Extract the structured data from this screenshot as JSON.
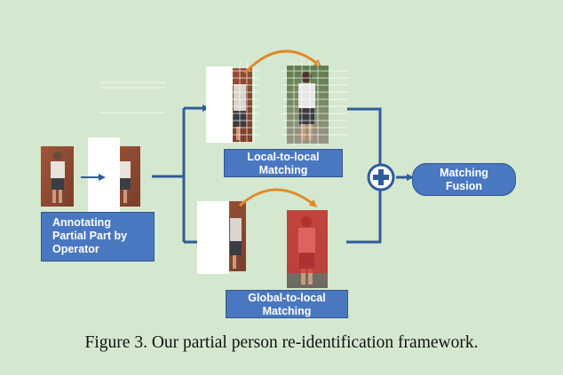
{
  "labels": {
    "annotating": [
      "Annotating",
      "Partial Part by",
      "Operator"
    ],
    "local_to_local": [
      "Local-to-local",
      "Matching"
    ],
    "global_to_local": [
      "Global-to-local",
      "Matching"
    ],
    "matching_fusion": [
      "Matching",
      "Fusion"
    ]
  },
  "caption": "Figure 3. Our partial person re-identification framework.",
  "colors": {
    "background": "#d4e8cf",
    "label_blue": "#4a78c0",
    "arrow_blue": "#2f5b9a",
    "curve_orange": "#e08a2c",
    "highlight_red": "#d8302c"
  },
  "icons": [
    "plus-circle-icon"
  ]
}
